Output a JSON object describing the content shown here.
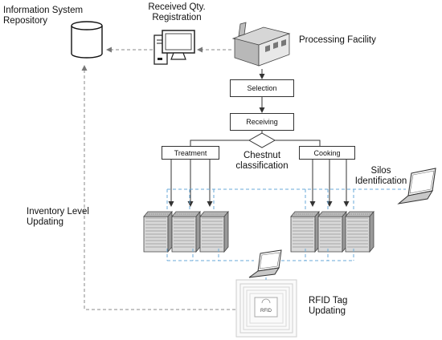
{
  "labels": {
    "repository": [
      "Information System",
      "Repository"
    ],
    "registration": [
      "Received Qty.",
      "Registration"
    ],
    "facility": "Processing Facility",
    "classification": [
      "Chestnut",
      "classification"
    ],
    "silos": [
      "Silos",
      "Identification"
    ],
    "inventory": [
      "Inventory Level",
      "Updating"
    ],
    "rfid_update": [
      "RFID Tag",
      "Updating"
    ]
  },
  "boxes": {
    "selection": "Selection",
    "receiving": "Receiving",
    "treatment": "Treatment",
    "cooking": "Cooking"
  },
  "rfid_chip_text": "RFID",
  "colors": {
    "line": "#333333",
    "dashed_gray": "#888888",
    "dashed_blue": "#6aaad8"
  },
  "icons": [
    "database-icon",
    "computer-icon",
    "factory-icon",
    "laptop-icon",
    "silo-icon",
    "rfid-tag-icon"
  ]
}
